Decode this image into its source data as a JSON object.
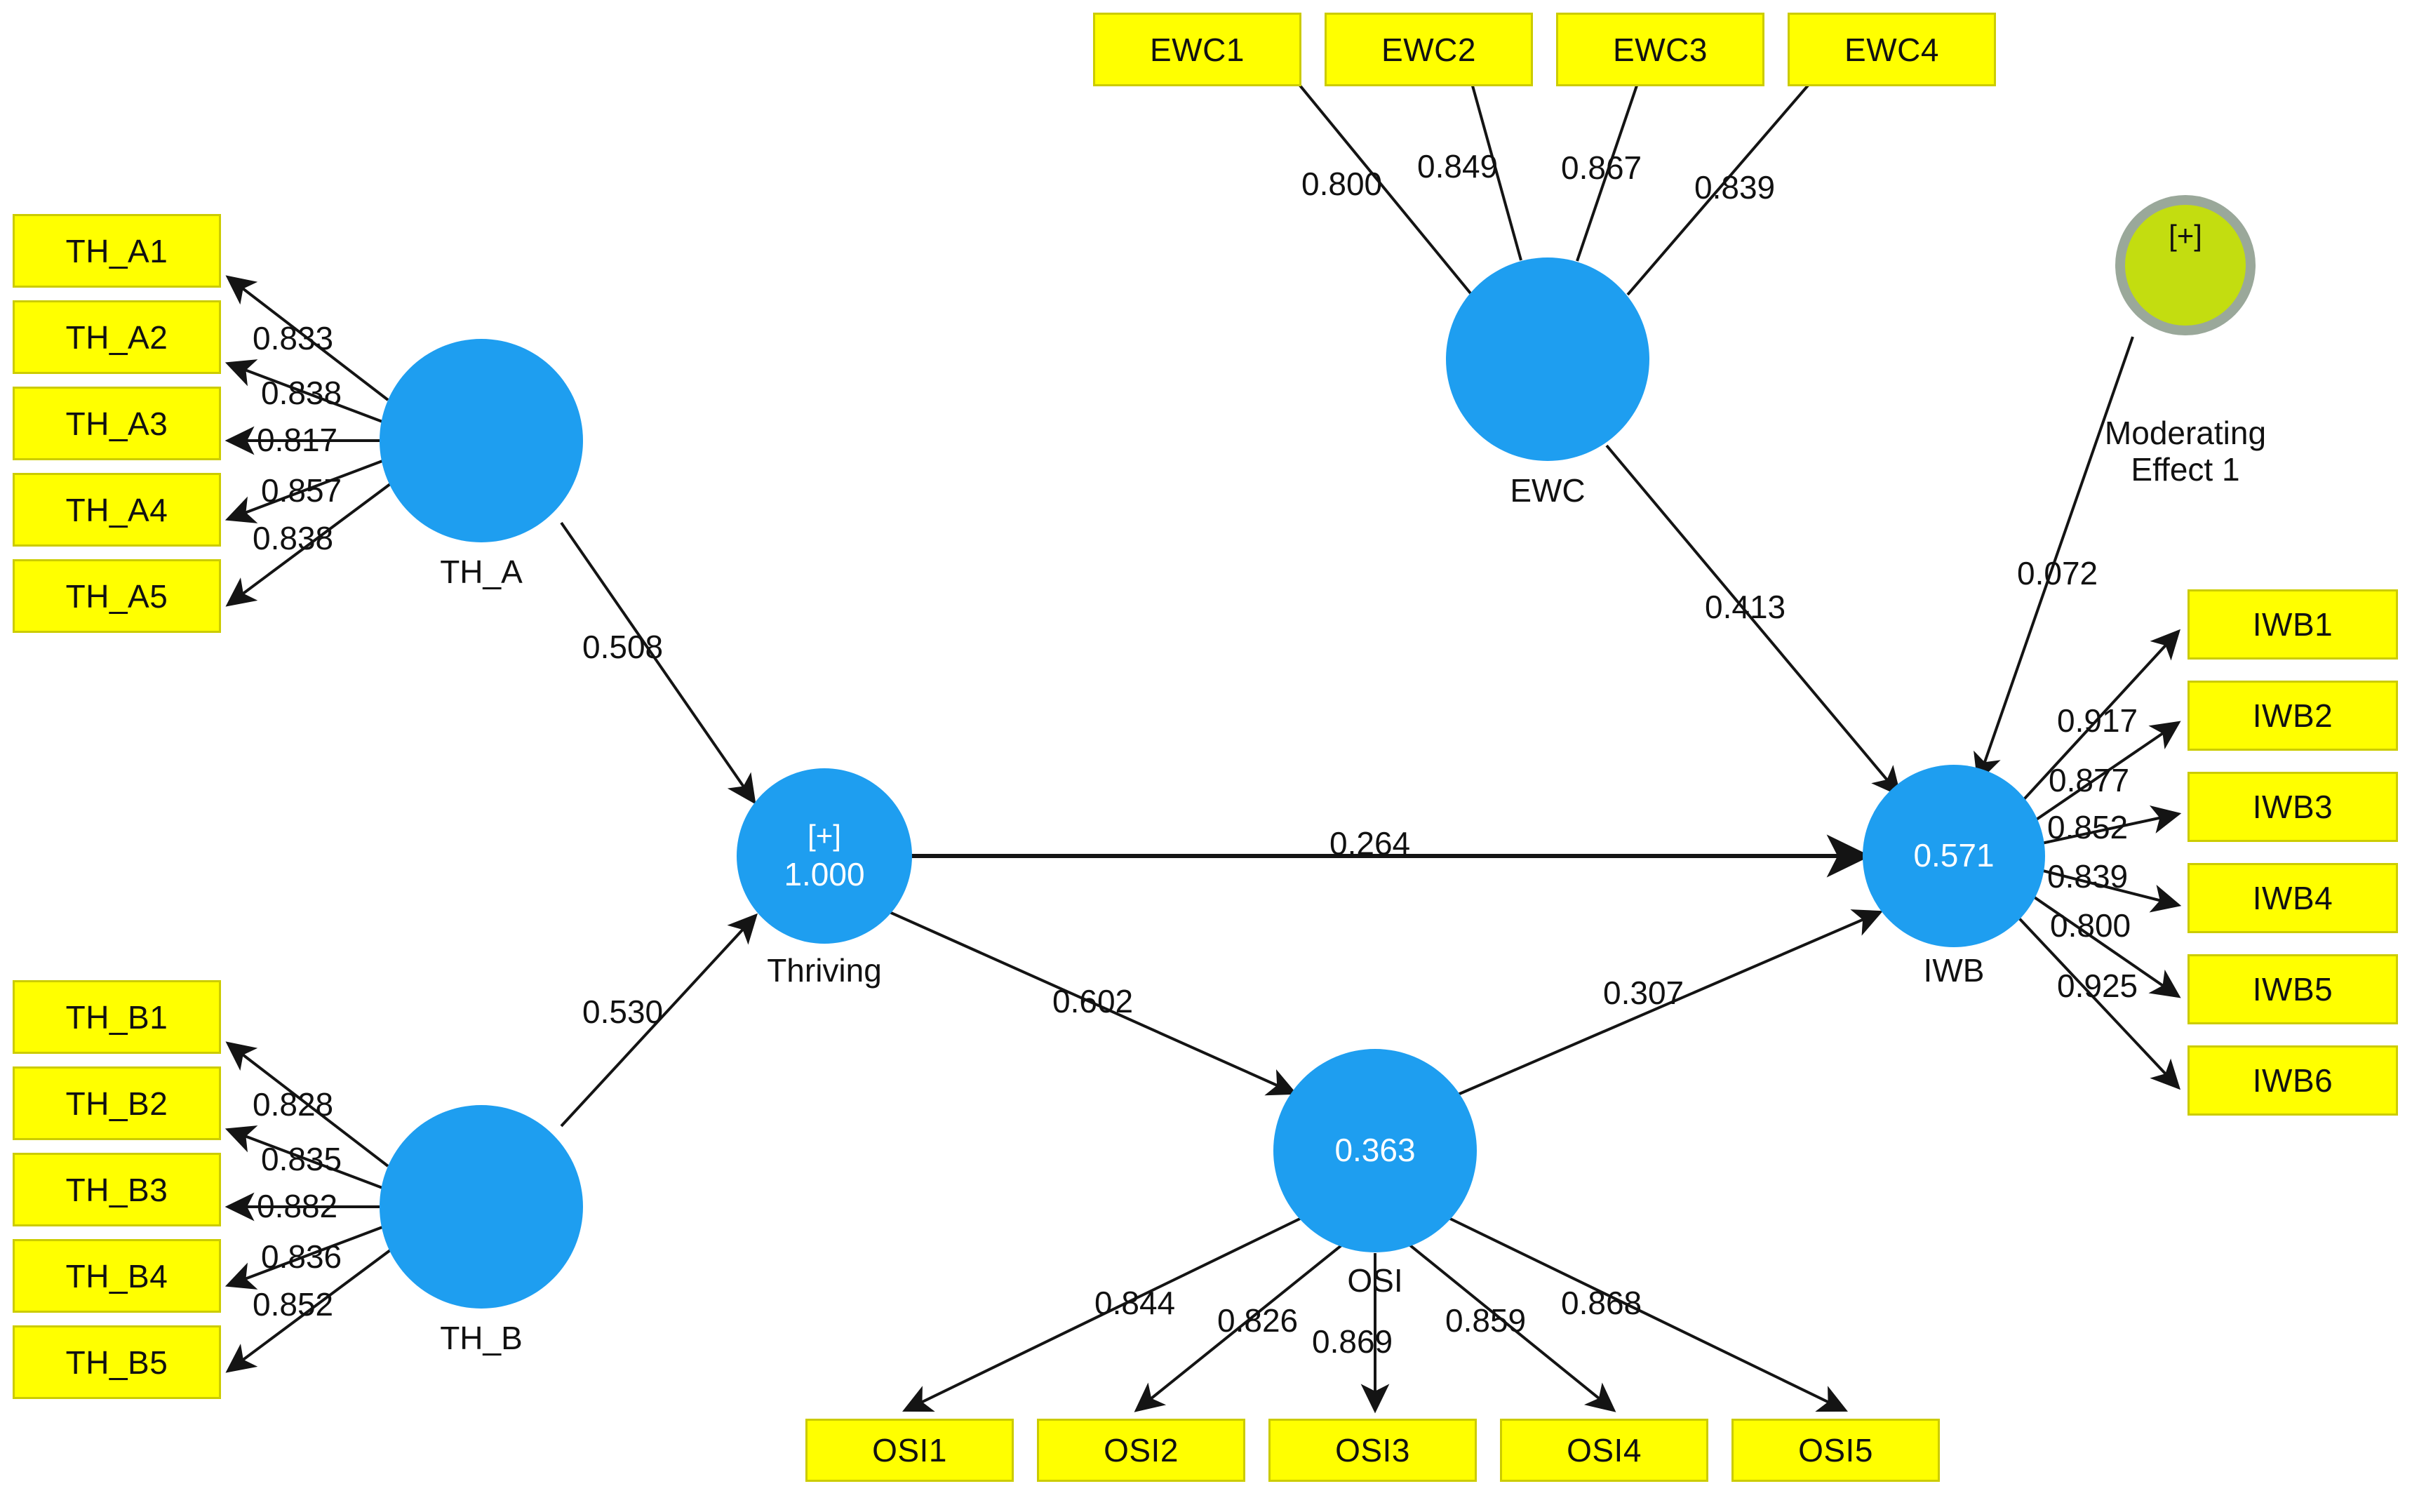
{
  "diagram": {
    "type": "sem-path-diagram",
    "title": "PLS-SEM structural model with moderating effect",
    "colors": {
      "indicator_fill": "#ffff00",
      "indicator_border": "#cccc00",
      "latent_fill": "#1e9ef0",
      "moderator_fill": "#c3dd10",
      "moderator_border": "#9aa89a",
      "arrow": "#1a1a1a",
      "background": "#ffffff"
    }
  },
  "constructs": [
    {
      "id": "TH_A",
      "label": "TH_A",
      "value": "",
      "plus": "",
      "kind": "latent"
    },
    {
      "id": "TH_B",
      "label": "TH_B",
      "value": "",
      "plus": "",
      "kind": "latent"
    },
    {
      "id": "Thriving",
      "label": "Thriving",
      "value": "1.000",
      "plus": "[+]",
      "kind": "latent-higher-order"
    },
    {
      "id": "EWC",
      "label": "EWC",
      "value": "",
      "plus": "",
      "kind": "latent"
    },
    {
      "id": "OSI",
      "label": "OSI",
      "value": "0.363",
      "plus": "",
      "kind": "latent-endogenous"
    },
    {
      "id": "IWB",
      "label": "IWB",
      "value": "0.571",
      "plus": "",
      "kind": "latent-endogenous"
    },
    {
      "id": "MOD1",
      "label": "Moderating\nEffect 1",
      "value": "",
      "plus": "[+]",
      "kind": "moderator"
    }
  ],
  "indicators": {
    "TH_A": [
      "TH_A1",
      "TH_A2",
      "TH_A3",
      "TH_A4",
      "TH_A5"
    ],
    "TH_B": [
      "TH_B1",
      "TH_B2",
      "TH_B3",
      "TH_B4",
      "TH_B5"
    ],
    "EWC": [
      "EWC1",
      "EWC2",
      "EWC3",
      "EWC4"
    ],
    "OSI": [
      "OSI1",
      "OSI2",
      "OSI3",
      "OSI4",
      "OSI5"
    ],
    "IWB": [
      "IWB1",
      "IWB2",
      "IWB3",
      "IWB4",
      "IWB5",
      "IWB6"
    ]
  },
  "outer_loadings": {
    "TH_A": [
      "0.833",
      "0.838",
      "0.817",
      "0.857",
      "0.838"
    ],
    "TH_B": [
      "0.828",
      "0.835",
      "0.882",
      "0.836",
      "0.852"
    ],
    "EWC": [
      "0.800",
      "0.849",
      "0.867",
      "0.839"
    ],
    "OSI": [
      "0.844",
      "0.826",
      "0.869",
      "0.859",
      "0.868"
    ],
    "IWB": [
      "0.917",
      "0.877",
      "0.852",
      "0.839",
      "0.800",
      "0.925"
    ]
  },
  "path_coefficients": [
    {
      "from": "TH_A",
      "to": "Thriving",
      "value": "0.508"
    },
    {
      "from": "TH_B",
      "to": "Thriving",
      "value": "0.530"
    },
    {
      "from": "Thriving",
      "to": "IWB",
      "value": "0.264"
    },
    {
      "from": "Thriving",
      "to": "OSI",
      "value": "0.602"
    },
    {
      "from": "OSI",
      "to": "IWB",
      "value": "0.307"
    },
    {
      "from": "EWC",
      "to": "IWB",
      "value": "0.413"
    },
    {
      "from": "MOD1",
      "to": "IWB",
      "value": "0.072"
    }
  ],
  "r_squared": {
    "Thriving": "1.000",
    "OSI": "0.363",
    "IWB": "0.571"
  },
  "labels": {
    "TH_A": "TH_A",
    "TH_B": "TH_B",
    "Thriving": "Thriving",
    "EWC": "EWC",
    "OSI": "OSI",
    "IWB": "IWB",
    "MOD1": "Moderating\nEffect 1",
    "plus": "[+]"
  }
}
